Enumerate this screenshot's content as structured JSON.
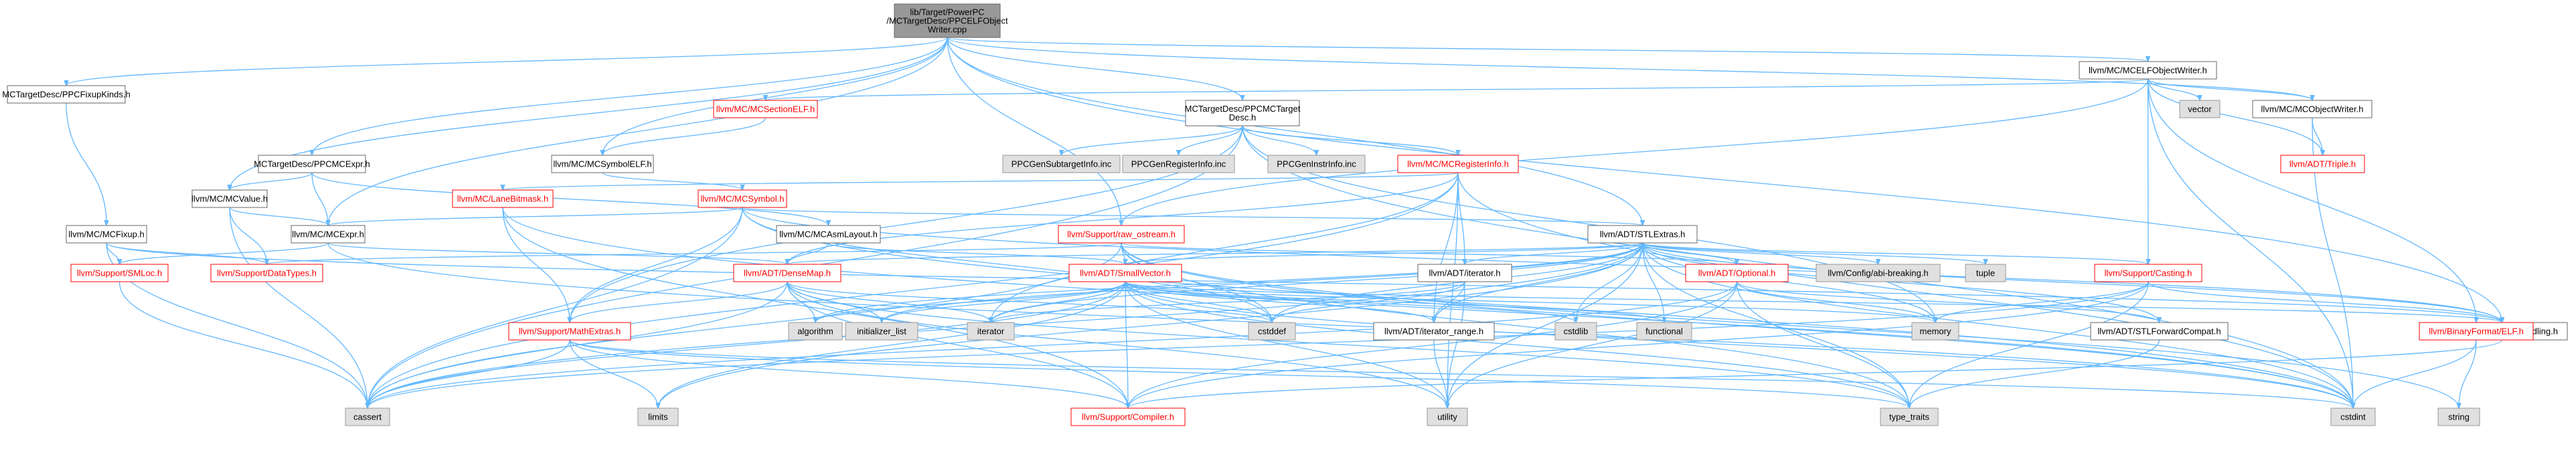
{
  "palette": {
    "edge": "#63b8ff",
    "normal_fill": "#ffffff",
    "normal_stroke": "#666666",
    "normal_text": "#000000",
    "red_fill": "#ffffff",
    "red_stroke": "#ff0000",
    "red_text": "#ff0000",
    "system_fill": "#e0e0e0",
    "system_stroke": "#999999",
    "system_text": "#000000",
    "root_fill": "#999999",
    "root_stroke": "#666666",
    "root_text": "#000000"
  },
  "nodes": [
    {
      "id": "root",
      "lines": [
        "lib/Target/PowerPC",
        "/MCTargetDesc/PPCELFObject",
        "Writer.cpp"
      ],
      "style": "root"
    },
    {
      "id": "ppcfixupkinds",
      "lines": [
        "MCTargetDesc/PPCFixupKinds.h"
      ],
      "style": "normal"
    },
    {
      "id": "mcfixup",
      "lines": [
        "llvm/MC/MCFixup.h"
      ],
      "style": "normal"
    },
    {
      "id": "mcvalue",
      "lines": [
        "llvm/MC/MCValue.h"
      ],
      "style": "normal"
    },
    {
      "id": "ppcmcexpr",
      "lines": [
        "MCTargetDesc/PPCMCExpr.h"
      ],
      "style": "normal"
    },
    {
      "id": "mcexpr",
      "lines": [
        "llvm/MC/MCExpr.h"
      ],
      "style": "normal"
    },
    {
      "id": "smloc",
      "lines": [
        "llvm/Support/SMLoc.h"
      ],
      "style": "red"
    },
    {
      "id": "datatypes",
      "lines": [
        "llvm/Support/DataTypes.h"
      ],
      "style": "red"
    },
    {
      "id": "mcsymbolelf",
      "lines": [
        "llvm/MC/MCSymbolELF.h"
      ],
      "style": "normal"
    },
    {
      "id": "mcsectionelf",
      "lines": [
        "llvm/MC/MCSectionELF.h"
      ],
      "style": "red"
    },
    {
      "id": "mcsymbol",
      "lines": [
        "llvm/MC/MCSymbol.h"
      ],
      "style": "red"
    },
    {
      "id": "lanebitmask",
      "lines": [
        "llvm/MC/LaneBitmask.h"
      ],
      "style": "red"
    },
    {
      "id": "mcasmlayout",
      "lines": [
        "llvm/MC/MCAsmLayout.h"
      ],
      "style": "normal"
    },
    {
      "id": "ppcmctargetdesc",
      "lines": [
        "MCTargetDesc/PPCMCTarget",
        "Desc.h"
      ],
      "style": "normal"
    },
    {
      "id": "ppcgensubtargetinfo",
      "lines": [
        "PPCGenSubtargetInfo.inc"
      ],
      "style": "system"
    },
    {
      "id": "ppcgenregisterinfo",
      "lines": [
        "PPCGenRegisterInfo.inc"
      ],
      "style": "system"
    },
    {
      "id": "ppcgeninstrinfo",
      "lines": [
        "PPCGenInstrInfo.inc"
      ],
      "style": "system"
    },
    {
      "id": "mcregisterinfo",
      "lines": [
        "llvm/MC/MCRegisterInfo.h"
      ],
      "style": "red"
    },
    {
      "id": "rawostream",
      "lines": [
        "llvm/Support/raw_ostream.h"
      ],
      "style": "red"
    },
    {
      "id": "densemap",
      "lines": [
        "llvm/ADT/DenseMap.h"
      ],
      "style": "red"
    },
    {
      "id": "smallvector",
      "lines": [
        "llvm/ADT/SmallVector.h"
      ],
      "style": "red"
    },
    {
      "id": "mathextras",
      "lines": [
        "llvm/Support/MathExtras.h"
      ],
      "style": "red"
    },
    {
      "id": "stlextras",
      "lines": [
        "llvm/ADT/STLExtras.h"
      ],
      "style": "normal"
    },
    {
      "id": "iteratorh",
      "lines": [
        "llvm/ADT/iterator.h"
      ],
      "style": "normal"
    },
    {
      "id": "iteratorrange",
      "lines": [
        "llvm/ADT/iterator_range.h"
      ],
      "style": "normal"
    },
    {
      "id": "optional",
      "lines": [
        "llvm/ADT/Optional.h"
      ],
      "style": "red"
    },
    {
      "id": "abibreaking",
      "lines": [
        "llvm/Config/abi-breaking.h"
      ],
      "style": "system"
    },
    {
      "id": "tuple",
      "lines": [
        "tuple"
      ],
      "style": "system"
    },
    {
      "id": "casting",
      "lines": [
        "llvm/Support/Casting.h"
      ],
      "style": "red"
    },
    {
      "id": "stlforwardcompat",
      "lines": [
        "llvm/ADT/STLForwardCompat.h"
      ],
      "style": "normal"
    },
    {
      "id": "errorhandling",
      "lines": [
        "llvm/Support/ErrorHandling.h"
      ],
      "style": "normal"
    },
    {
      "id": "compiler",
      "lines": [
        "llvm/Support/Compiler.h"
      ],
      "style": "red"
    },
    {
      "id": "mcelfobjectwriter",
      "lines": [
        "llvm/MC/MCELFObjectWriter.h"
      ],
      "style": "normal"
    },
    {
      "id": "vector",
      "lines": [
        "vector"
      ],
      "style": "system"
    },
    {
      "id": "mcobjectwriter",
      "lines": [
        "llvm/MC/MCObjectWriter.h"
      ],
      "style": "normal"
    },
    {
      "id": "triple",
      "lines": [
        "llvm/ADT/Triple.h"
      ],
      "style": "red"
    },
    {
      "id": "binaryformatelf",
      "lines": [
        "llvm/BinaryFormat/ELF.h"
      ],
      "style": "red"
    },
    {
      "id": "cassert",
      "lines": [
        "cassert"
      ],
      "style": "system"
    },
    {
      "id": "limits",
      "lines": [
        "limits"
      ],
      "style": "system"
    },
    {
      "id": "algorithm",
      "lines": [
        "algorithm"
      ],
      "style": "system"
    },
    {
      "id": "initializerlist",
      "lines": [
        "initializer_list"
      ],
      "style": "system"
    },
    {
      "id": "iterator",
      "lines": [
        "iterator"
      ],
      "style": "system"
    },
    {
      "id": "cstddef",
      "lines": [
        "cstddef"
      ],
      "style": "system"
    },
    {
      "id": "cstdlib",
      "lines": [
        "cstdlib"
      ],
      "style": "system"
    },
    {
      "id": "functional",
      "lines": [
        "functional"
      ],
      "style": "system"
    },
    {
      "id": "memory",
      "lines": [
        "memory"
      ],
      "style": "system"
    },
    {
      "id": "utility",
      "lines": [
        "utility"
      ],
      "style": "system"
    },
    {
      "id": "typetraits",
      "lines": [
        "type_traits"
      ],
      "style": "system"
    },
    {
      "id": "cstdint",
      "lines": [
        "cstdint"
      ],
      "style": "system"
    },
    {
      "id": "string",
      "lines": [
        "string"
      ],
      "style": "system"
    }
  ],
  "edges": [
    [
      "root",
      "ppcfixupkinds"
    ],
    [
      "root",
      "ppcmcexpr"
    ],
    [
      "root",
      "mcexpr"
    ],
    [
      "root",
      "mcvalue"
    ],
    [
      "root",
      "mcsymbolelf"
    ],
    [
      "root",
      "ppcmctargetdesc"
    ],
    [
      "root",
      "rawostream"
    ],
    [
      "root",
      "stlextras"
    ],
    [
      "root",
      "errorhandling"
    ],
    [
      "root",
      "mcelfobjectwriter"
    ],
    [
      "root",
      "mcobjectwriter"
    ],
    [
      "ppcfixupkinds",
      "mcfixup"
    ],
    [
      "mcfixup",
      "datatypes"
    ],
    [
      "mcfixup",
      "smloc"
    ],
    [
      "mcfixup",
      "errorhandling"
    ],
    [
      "mcfixup",
      "cassert"
    ],
    [
      "ppcmcexpr",
      "mcexpr"
    ],
    [
      "ppcmcexpr",
      "mcvalue"
    ],
    [
      "ppcmcexpr",
      "mcasmlayout"
    ],
    [
      "mcvalue",
      "mcexpr"
    ],
    [
      "mcvalue",
      "datatypes"
    ],
    [
      "mcvalue",
      "cassert"
    ],
    [
      "mcexpr",
      "densemap"
    ],
    [
      "mcexpr",
      "smloc"
    ],
    [
      "mcexpr",
      "cstdint"
    ],
    [
      "smloc",
      "cassert"
    ],
    [
      "mcsymbolelf",
      "mcsymbol"
    ],
    [
      "mcsectionelf",
      "mcsymbolelf"
    ],
    [
      "mcsymbol",
      "mcexpr"
    ],
    [
      "mcsymbol",
      "mathextras"
    ],
    [
      "mcsymbol",
      "errorhandling"
    ],
    [
      "mcsymbol",
      "cstddef"
    ],
    [
      "mcsymbol",
      "cstdint"
    ],
    [
      "mcsymbol",
      "cassert"
    ],
    [
      "mcsymbol",
      "stlextras"
    ],
    [
      "mcasmlayout",
      "densemap"
    ],
    [
      "mcasmlayout",
      "smallvector"
    ],
    [
      "ppcmctargetdesc",
      "ppcgensubtargetinfo"
    ],
    [
      "ppcmctargetdesc",
      "ppcgenregisterinfo"
    ],
    [
      "ppcmctargetdesc",
      "ppcgeninstrinfo"
    ],
    [
      "ppcmctargetdesc",
      "mcregisterinfo"
    ],
    [
      "ppcmctargetdesc",
      "mathextras"
    ],
    [
      "ppcmctargetdesc",
      "cstdint"
    ],
    [
      "ppcmctargetdesc",
      "memory"
    ],
    [
      "ppcmctargetdesc",
      "cassert"
    ],
    [
      "mcregisterinfo",
      "lanebitmask"
    ],
    [
      "mcregisterinfo",
      "densemap"
    ],
    [
      "mcregisterinfo",
      "iteratorh"
    ],
    [
      "mcregisterinfo",
      "iteratorrange"
    ],
    [
      "mcregisterinfo",
      "cassert"
    ],
    [
      "mcregisterinfo",
      "cstdint"
    ],
    [
      "mcregisterinfo",
      "utility"
    ],
    [
      "mcregisterinfo",
      "iterator"
    ],
    [
      "lanebitmask",
      "mathextras"
    ],
    [
      "lanebitmask",
      "compiler"
    ],
    [
      "lanebitmask",
      "cstdint"
    ],
    [
      "rawostream",
      "smallvector"
    ],
    [
      "rawostream",
      "datatypes"
    ],
    [
      "rawostream",
      "cassert"
    ],
    [
      "rawostream",
      "cstddef"
    ],
    [
      "rawostream",
      "cstdint"
    ],
    [
      "rawostream",
      "string"
    ],
    [
      "rawostream",
      "typetraits"
    ],
    [
      "rawostream",
      "optional"
    ],
    [
      "densemap",
      "mathextras"
    ],
    [
      "densemap",
      "compiler"
    ],
    [
      "densemap",
      "algorithm"
    ],
    [
      "densemap",
      "cassert"
    ],
    [
      "densemap",
      "cstddef"
    ],
    [
      "densemap",
      "initializerlist"
    ],
    [
      "densemap",
      "iterator"
    ],
    [
      "densemap",
      "utility"
    ],
    [
      "densemap",
      "typetraits"
    ],
    [
      "smallvector",
      "compiler"
    ],
    [
      "smallvector",
      "errorhandling"
    ],
    [
      "smallvector",
      "algorithm"
    ],
    [
      "smallvector",
      "cassert"
    ],
    [
      "smallvector",
      "cstddef"
    ],
    [
      "smallvector",
      "cstdlib"
    ],
    [
      "smallvector",
      "functional"
    ],
    [
      "smallvector",
      "initializerlist"
    ],
    [
      "smallvector",
      "iterator"
    ],
    [
      "smallvector",
      "limits"
    ],
    [
      "smallvector",
      "memory"
    ],
    [
      "smallvector",
      "utility"
    ],
    [
      "smallvector",
      "typetraits"
    ],
    [
      "smallvector",
      "cstdint"
    ],
    [
      "smallvector",
      "iteratorrange"
    ],
    [
      "mathextras",
      "compiler"
    ],
    [
      "mathextras",
      "cassert"
    ],
    [
      "mathextras",
      "limits"
    ],
    [
      "mathextras",
      "typetraits"
    ],
    [
      "mathextras",
      "cstdint"
    ],
    [
      "stlextras",
      "abibreaking"
    ],
    [
      "stlextras",
      "tuple"
    ],
    [
      "stlextras",
      "iteratorh"
    ],
    [
      "stlextras",
      "iteratorrange"
    ],
    [
      "stlextras",
      "optional"
    ],
    [
      "stlextras",
      "smallvector"
    ],
    [
      "stlextras",
      "casting"
    ],
    [
      "stlextras",
      "stlforwardcompat"
    ],
    [
      "stlextras",
      "errorhandling"
    ],
    [
      "stlextras",
      "algorithm"
    ],
    [
      "stlextras",
      "cassert"
    ],
    [
      "stlextras",
      "cstddef"
    ],
    [
      "stlextras",
      "cstdint"
    ],
    [
      "stlextras",
      "cstdlib"
    ],
    [
      "stlextras",
      "functional"
    ],
    [
      "stlextras",
      "initializerlist"
    ],
    [
      "stlextras",
      "iterator"
    ],
    [
      "stlextras",
      "limits"
    ],
    [
      "stlextras",
      "memory"
    ],
    [
      "stlextras",
      "utility"
    ],
    [
      "stlextras",
      "typetraits"
    ],
    [
      "stlextras",
      "densemap"
    ],
    [
      "iteratorh",
      "iteratorrange"
    ],
    [
      "iteratorh",
      "cstddef"
    ],
    [
      "iteratorh",
      "iterator"
    ],
    [
      "iteratorh",
      "utility"
    ],
    [
      "iteratorrange",
      "utility"
    ],
    [
      "optional",
      "compiler"
    ],
    [
      "optional",
      "cassert"
    ],
    [
      "optional",
      "memory"
    ],
    [
      "optional",
      "utility"
    ],
    [
      "optional",
      "typetraits"
    ],
    [
      "optional",
      "stlforwardcompat"
    ],
    [
      "casting",
      "compiler"
    ],
    [
      "casting",
      "cassert"
    ],
    [
      "casting",
      "memory"
    ],
    [
      "casting",
      "typetraits"
    ],
    [
      "casting",
      "errorhandling"
    ],
    [
      "stlforwardcompat",
      "typetraits"
    ],
    [
      "errorhandling",
      "compiler"
    ],
    [
      "mcelfobjectwriter",
      "mcsectionelf"
    ],
    [
      "mcelfobjectwriter",
      "mcobjectwriter"
    ],
    [
      "mcelfobjectwriter",
      "triple"
    ],
    [
      "mcelfobjectwriter",
      "casting"
    ],
    [
      "mcelfobjectwriter",
      "rawostream"
    ],
    [
      "mcelfobjectwriter",
      "binaryformatelf"
    ],
    [
      "mcelfobjectwriter",
      "vector"
    ],
    [
      "mcelfobjectwriter",
      "cstdint"
    ],
    [
      "mcobjectwriter",
      "triple"
    ],
    [
      "mcobjectwriter",
      "cstdint"
    ],
    [
      "binaryformatelf",
      "cstdint"
    ],
    [
      "binaryformatelf",
      "string"
    ]
  ]
}
